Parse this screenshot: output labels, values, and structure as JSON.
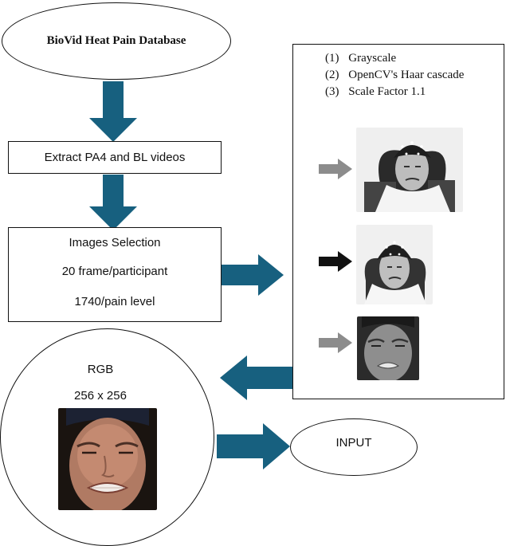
{
  "database": {
    "label": "BioVid Heat Pain Database"
  },
  "extract": {
    "label": "Extract PA4 and BL videos"
  },
  "selection": {
    "title": "Images Selection",
    "line1": "20 frame/participant",
    "line2": "1740/pain level"
  },
  "preprocess": {
    "steps": [
      {
        "num": "(1)",
        "text": "Grayscale"
      },
      {
        "num": "(2)",
        "text": "OpenCV's Haar cascade"
      },
      {
        "num": "(3)",
        "text": "Scale Factor 1.1"
      }
    ]
  },
  "output": {
    "title": "RGB",
    "size": "256 x 256"
  },
  "input": {
    "label": "INPUT"
  },
  "colors": {
    "arrow_blue": "#17607f",
    "arrow_gray": "#8c8c8c",
    "arrow_black": "#111111"
  }
}
